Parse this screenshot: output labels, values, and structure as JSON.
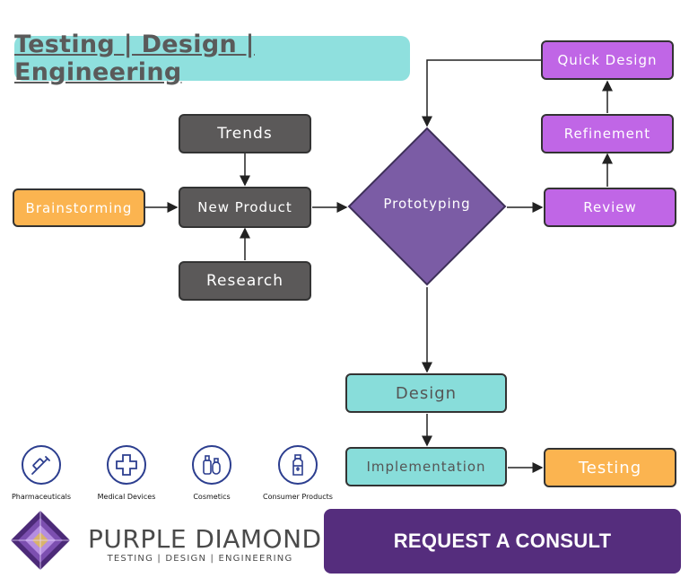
{
  "title": "Testing | Design | Engineering",
  "nodes": {
    "trends": "Trends",
    "brainstorming": "Brainstorming",
    "new_product": "New Product",
    "research": "Research",
    "prototyping": "Prototyping",
    "quick_design": "Quick Design",
    "refinement": "Refinement",
    "review": "Review",
    "design": "Design",
    "implementation": "Implementation",
    "testing": "Testing"
  },
  "industries": [
    {
      "label": "Pharmaceuticals",
      "icon": "syringe-icon"
    },
    {
      "label": "Medical Devices",
      "icon": "medical-cross-icon"
    },
    {
      "label": "Cosmetics",
      "icon": "cosmetics-icon"
    },
    {
      "label": "Consumer Products",
      "icon": "detergent-bottle-icon"
    }
  ],
  "brand": {
    "name": "PURPLE DIAMOND",
    "tagline": "TESTING | DESIGN | ENGINEERING",
    "logo_icon": "purple-diamond-logo-icon"
  },
  "cta": {
    "label": "REQUEST A CONSULT"
  },
  "colors": {
    "title_banner": "#8fe0de",
    "gray_node": "#5b5959",
    "orange_node": "#fbb450",
    "violet_node": "#c066e6",
    "diamond": "#7b5ca5",
    "teal_node": "#88ddda",
    "cta_button": "#552d7d",
    "icon_stroke": "#2c3e8f"
  }
}
